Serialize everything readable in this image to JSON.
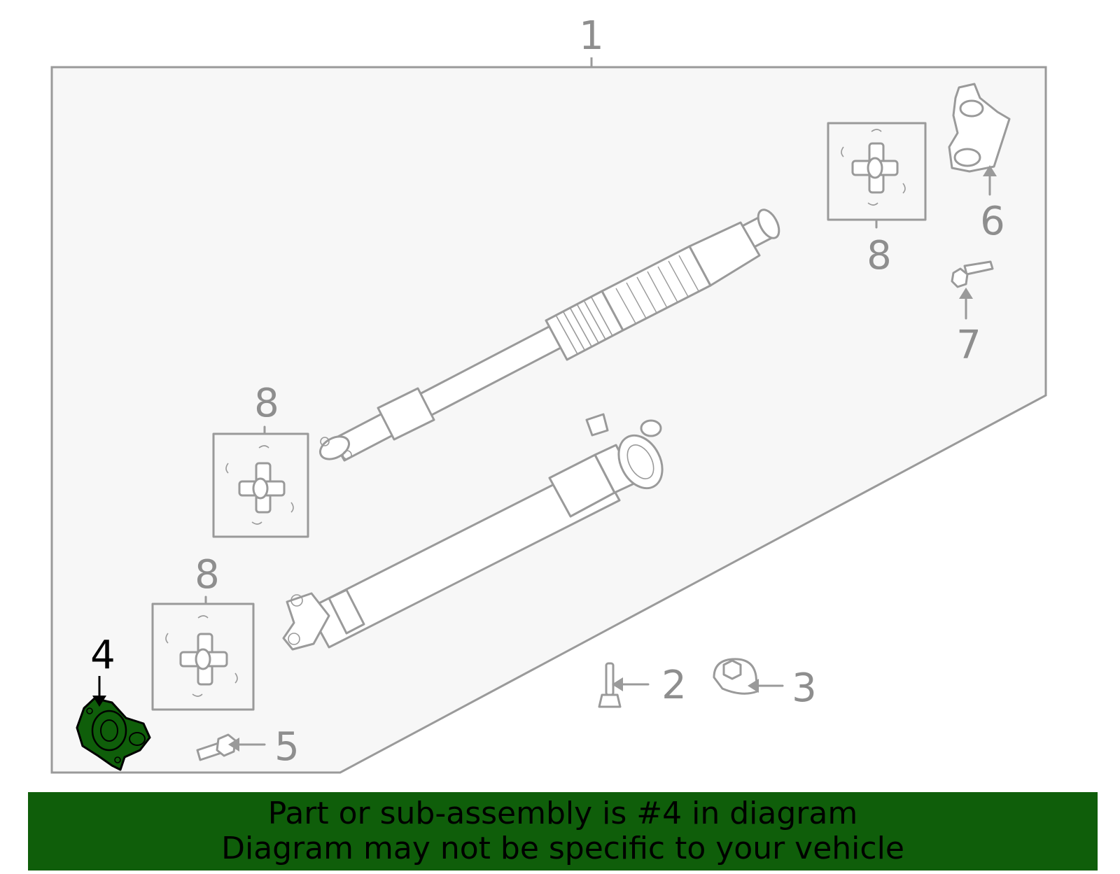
{
  "callouts": {
    "c1": "1",
    "c2": "2",
    "c3": "3",
    "c4": "4",
    "c5": "5",
    "c6": "6",
    "c7": "7",
    "c8a": "8",
    "c8b": "8",
    "c8c": "8"
  },
  "highlight_part": "4",
  "colors": {
    "highlight": "#0f5e0a",
    "line": "#9a9a9a",
    "panel": "#f7f7f7",
    "banner": "#0f5e0a"
  },
  "banner": {
    "line1": "Part or sub-assembly is #4 in diagram",
    "line2": "Diagram may not be specific to your vehicle"
  }
}
